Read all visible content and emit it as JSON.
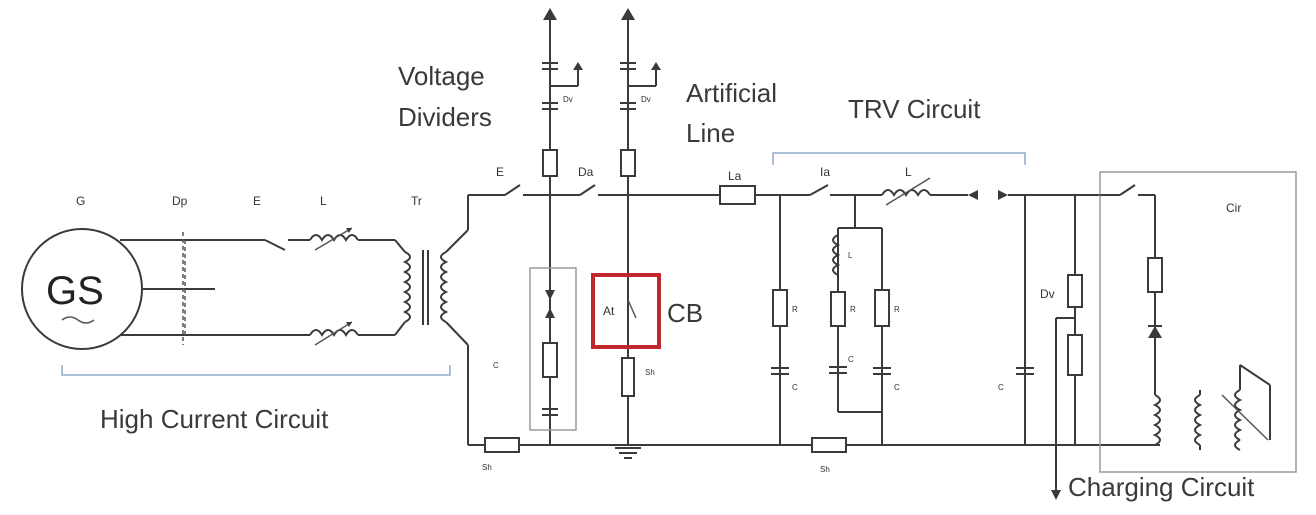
{
  "labels": {
    "voltage_dividers_1": "Voltage",
    "voltage_dividers_2": "Dividers",
    "artificial_line_1": "Artificial",
    "artificial_line_2": "Line",
    "trv_circuit": "TRV Circuit",
    "high_current_circuit": "High Current Circuit",
    "charging_circuit": "Charging Circuit",
    "cb": "CB",
    "generator": "GS"
  },
  "components": {
    "g": "G",
    "dp": "Dp",
    "e1": "E",
    "l": "L",
    "tr": "Tr",
    "e2": "E",
    "da": "Da",
    "la": "La",
    "ia": "Ia",
    "l1": "L",
    "dv1": "Dv",
    "dv2": "Dv",
    "cm": "C",
    "at": "At",
    "sh_test": "Sh",
    "sh_st": "Sh",
    "sh_tr": "Sh",
    "r_left": "R",
    "r_mid": "R",
    "r_right": "R",
    "l_branch": "L",
    "c_left": "C",
    "c_mid": "C",
    "c_right": "C",
    "c1": "C",
    "dv_right": "Dv",
    "cir_ch": "Cir"
  },
  "colors": {
    "wire": "#3a3a3a",
    "brace": "#8fa9cc",
    "cb_box": "#c0282c",
    "box": "#9a9a9a"
  }
}
